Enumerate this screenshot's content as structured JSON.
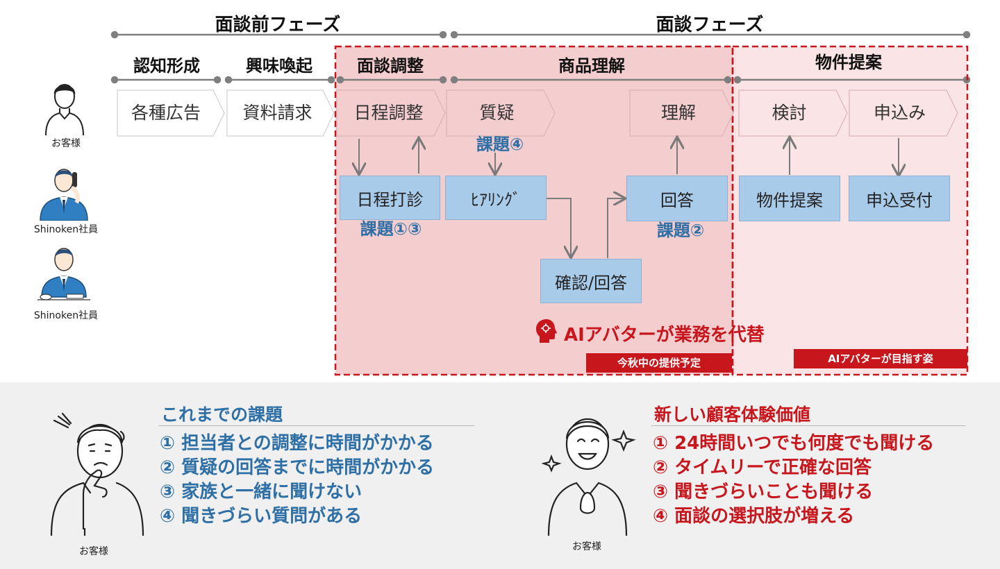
{
  "phases": {
    "pre": "面談前フェーズ",
    "main": "面談フェーズ"
  },
  "steps": {
    "awareness": "認知形成",
    "interest": "興味喚起",
    "adjust": "面談調整",
    "product": "商品理解",
    "proposal": "物件提案"
  },
  "people": {
    "customer": "お客様",
    "staff1": "Shinoken社員",
    "staff2": "Shinoken社員"
  },
  "flow": {
    "ads": "各種広告",
    "request": "資料請求",
    "schedule": "日程調整",
    "question": "質疑",
    "understand": "理解",
    "consider": "検討",
    "apply": "申込み",
    "probe": "日程打診",
    "hearing": "ﾋｱﾘﾝｸﾞ",
    "answer": "回答",
    "property": "物件提案",
    "accept": "申込受付",
    "confirm": "確認/回答"
  },
  "issues": {
    "probe": "課題①③",
    "question": "課題④",
    "answer": "課題②"
  },
  "ai": {
    "replace": "AIアバターが業務を代替",
    "tag_schedule": "今秋中の提供予定",
    "tag_goal": "AIアバターが目指す姿"
  },
  "colors": {
    "accent_red": "#c8161d",
    "issue_blue": "#2e6fa6",
    "box_blue": "#a9cbea",
    "zone_dark": "#f4cdcf",
    "zone_light": "#fae4e5"
  },
  "bottom": {
    "past": {
      "title": "これまでの課題",
      "items": [
        "①  担当者との調整に時間がかかる",
        "②  質疑の回答までに時間がかかる",
        "③  家族と一緒に聞けない",
        "④  聞きづらい質問がある"
      ],
      "person": "お客様"
    },
    "new": {
      "title": "新しい顧客体験価値",
      "items": [
        "①  24時間いつでも何度でも聞ける",
        "②  タイムリーで正確な回答",
        "③  聞きづらいことも聞ける",
        "④  面談の選択肢が増える"
      ],
      "person": "お客様"
    }
  }
}
